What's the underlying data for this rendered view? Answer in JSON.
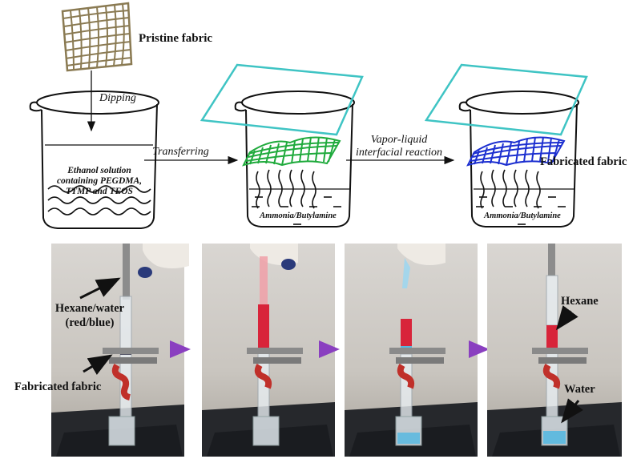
{
  "labels": {
    "pristine_fabric": "Pristine fabric",
    "dipping": "Dipping",
    "solution_line1": "Ethanol solution",
    "solution_line2": "containing PEGDMA,",
    "solution_line3": "TTMP and TEOS",
    "transferring": "Transferring",
    "reaction_line1": "Vapor-liquid",
    "reaction_line2": "interfacial reaction",
    "fabricated_fabric_top": "Fabricated fabric",
    "ammonia_1": "Ammonia/Butylamine",
    "ammonia_2": "Ammonia/Butylamine",
    "hexane_water_line1": "Hexane/water",
    "hexane_water_line2": "(red/blue)",
    "fabricated_fabric_photo": "Fabricated fabric",
    "hexane": "Hexane",
    "water": "Water"
  },
  "colors": {
    "pristine_mesh": "#8a7a52",
    "green_mesh": "#1faa3c",
    "blue_mesh": "#1c2fd0",
    "lid": "#3fc4c4",
    "arrow_purple": "#8a3fc0",
    "hexane_red": "#d8243a",
    "water_blue": "#58b8e0"
  }
}
